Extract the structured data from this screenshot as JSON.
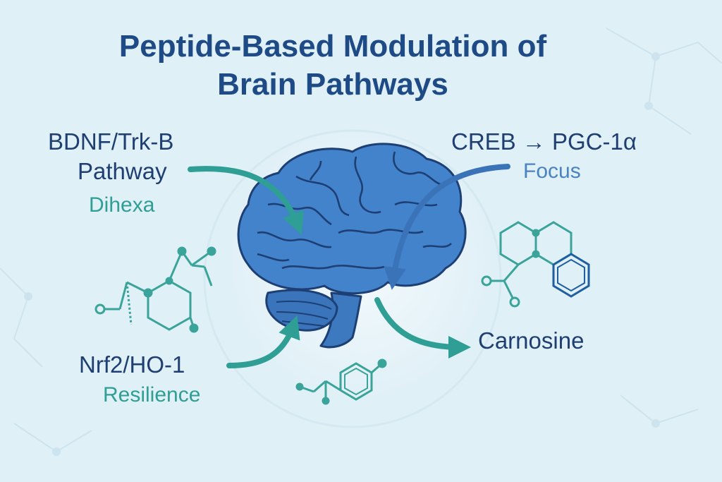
{
  "title": {
    "line1": "Peptide-Based Modulation of",
    "line2": "Brain Pathways"
  },
  "nodes": {
    "bdnf": {
      "name_line1": "BDNF/Trk-B",
      "name_line2": "Pathway",
      "agent": "Dihexa"
    },
    "creb": {
      "name": "CREB → PGC-1α",
      "agent": "Focus"
    },
    "nrf2": {
      "name": "Nrf2/HO-1",
      "agent": "Resilience"
    },
    "carnosine": {
      "name": "Carnosine"
    }
  },
  "icons": {
    "center": "brain-icon",
    "molecules": [
      "molecule-left-icon",
      "molecule-right-icon",
      "molecule-bottom-icon"
    ]
  },
  "colors": {
    "background": "#e0f0f7",
    "title": "#1e4b86",
    "label_dark": "#1f3f72",
    "teal": "#2f9e94",
    "blue": "#4a82c2",
    "brain": "#3d7cc4",
    "brain_outline": "#1d3f74",
    "molecule": "#3aa39a"
  }
}
